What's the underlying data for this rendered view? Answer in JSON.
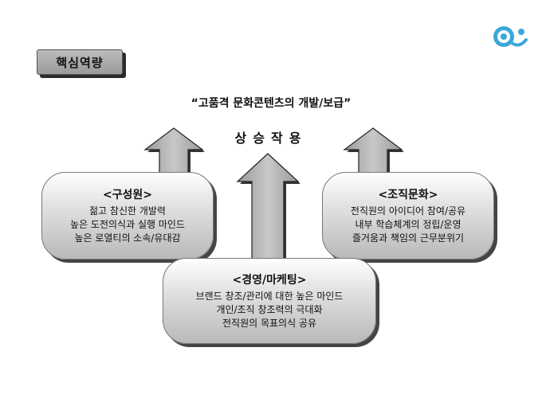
{
  "header": {
    "badge": "핵심역량"
  },
  "headline": "“고품격 문화콘텐츠의 개발/보급”",
  "synergy": "상승작용",
  "boxes": {
    "left": {
      "title": "<구성원>",
      "lines": [
        "젊고 참신한 개발력",
        "높은 도전의식과 실행 마인드",
        "높은 로열티의 소속/유대감"
      ]
    },
    "right": {
      "title": "<조직문화>",
      "lines": [
        "전직원의 아이디어 참여/공유",
        "내부 학습체계의 정립/운영",
        "즐거움과 책임의 근무분위기"
      ]
    },
    "bottom": {
      "title": "<경영/마케팅>",
      "lines": [
        "브랜드 창조/관리에 대한 높은 마인드",
        "개인/조직 창조력의 극대화",
        "전직원의 목표의식 공유"
      ]
    }
  },
  "colors": {
    "arrow_fill": "#a8a8a8",
    "arrow_stroke": "#222222",
    "logo": "#3aa7d9"
  },
  "icons": {
    "logo": "bubble-logo-icon"
  }
}
